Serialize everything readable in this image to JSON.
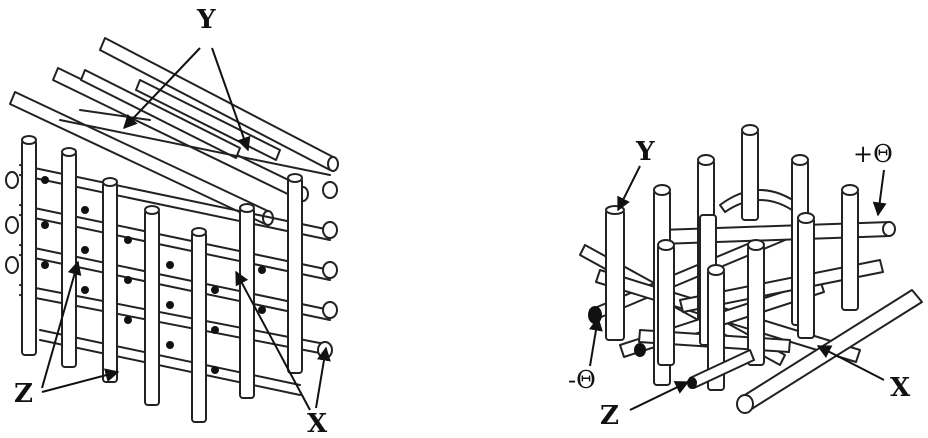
{
  "figure": {
    "left_panel": {
      "labels": {
        "y": "Y",
        "z": "Z",
        "x": "X"
      }
    },
    "right_panel": {
      "labels": {
        "y": "Y",
        "plus_theta": "+Θ",
        "minus_theta": "-Θ",
        "z": "Z",
        "x": "X"
      }
    }
  }
}
